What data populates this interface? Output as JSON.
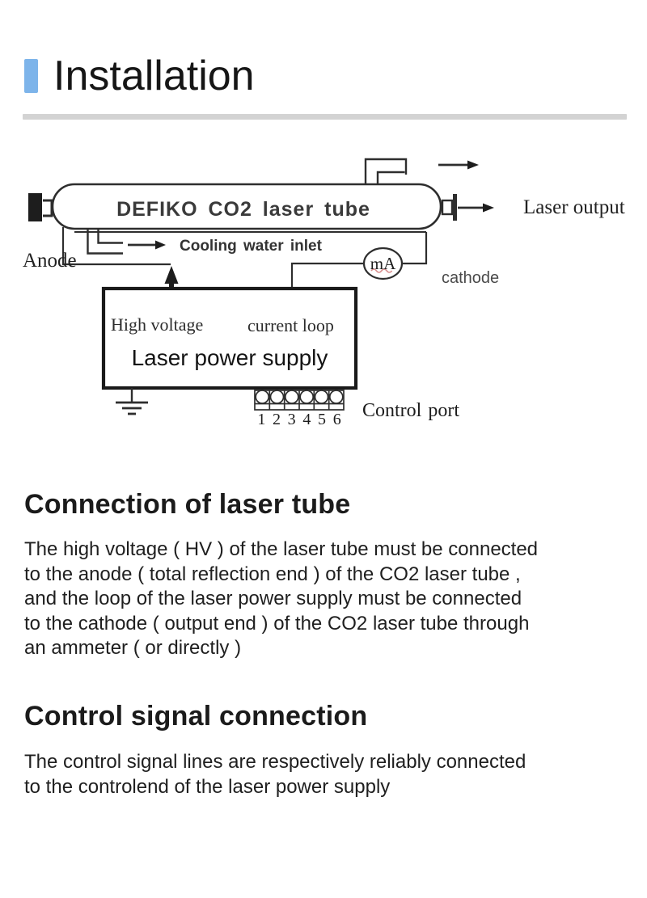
{
  "header": {
    "title": "Installation",
    "accent_color": "#7db4ea",
    "divider_color": "#d3d3d3"
  },
  "diagram": {
    "tube_label": "DEFIKO CO2 laser tube",
    "laser_output_label": "Laser output",
    "water_outlet_arrow": "right-arrow",
    "cooling_inlet_label": "Cooling water inlet",
    "anode_label": "Anode",
    "cathode_label": "cathode",
    "ammeter_label": "mA",
    "power_supply": {
      "hv_terminal_label": "High voltage",
      "loop_terminal_label": "current loop",
      "name_label": "Laser power supply"
    },
    "control_port": {
      "label": "Control port",
      "numbers": [
        "1",
        "2",
        "3",
        "4",
        "5",
        "6"
      ]
    }
  },
  "sections": [
    {
      "heading": "Connection of laser tube",
      "body_lines": [
        "The high voltage ( HV ) of the laser tube must be connected",
        "to the anode ( total reflection end ) of the CO2 laser tube ,",
        "and the loop of the laser power supply must be connected",
        "to the cathode ( output end ) of the CO2 laser tube through",
        "an ammeter ( or directly )"
      ]
    },
    {
      "heading": "Control signal connection",
      "body_lines": [
        "The control signal lines are respectively reliably connected",
        "to the controlend of the laser power supply"
      ]
    }
  ]
}
